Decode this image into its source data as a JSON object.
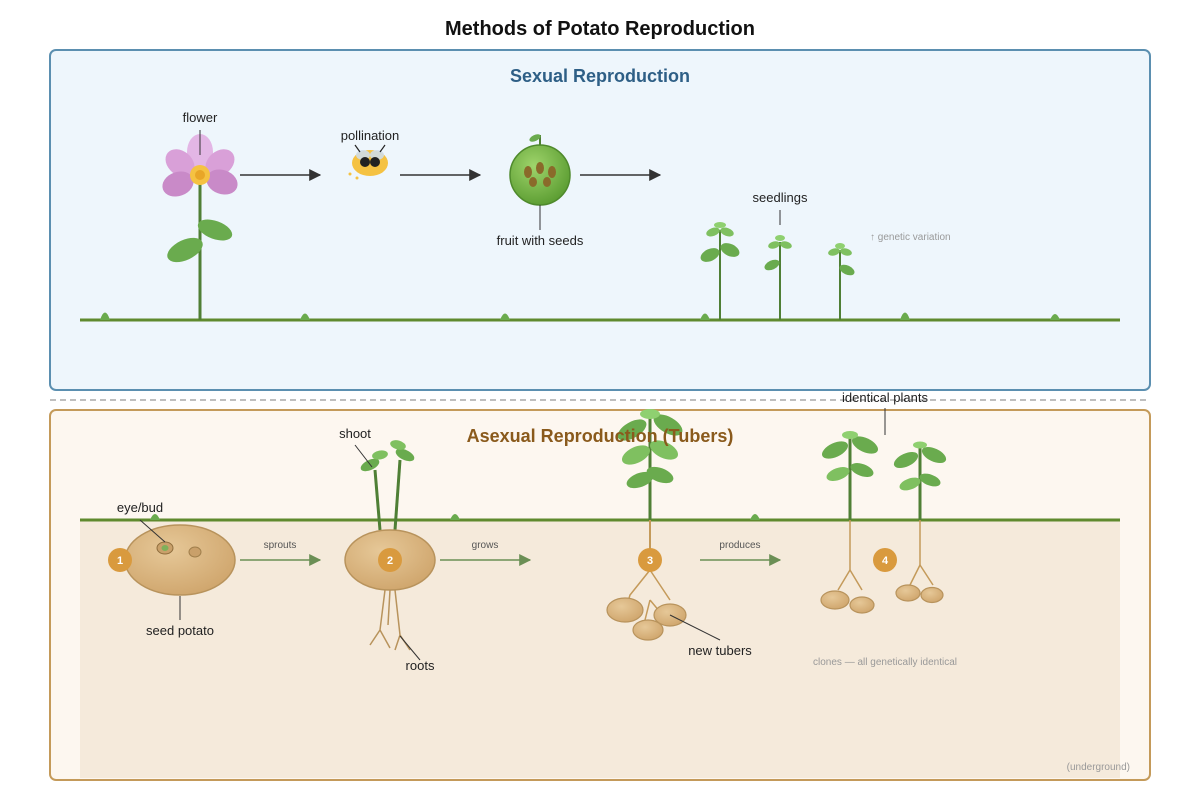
{
  "title": "Methods of Potato Reproduction",
  "colors": {
    "sexual_border": "#5b8fb0",
    "sexual_bg": "#eef6fc",
    "sexual_title": "#2e5f86",
    "asexual_border": "#c49a5a",
    "asexual_bg": "#fdf7f0",
    "asexual_title": "#8a5a1c",
    "soil": "#f5eadb",
    "ground_line": "#5f8a2e",
    "leaf": "#6aab4e",
    "stem": "#4f7f35",
    "tuber": "#d9b583",
    "tuber_edge": "#b8935c",
    "badge": "#d99a3e",
    "arrow_dark": "#333333",
    "arrow_green": "#6b8f55"
  },
  "sexual": {
    "title": "Sexual Reproduction",
    "labels": {
      "flower": "flower",
      "pollination": "pollination",
      "fruit": "fruit with seeds",
      "seedlings": "seedlings",
      "variation": "↑ genetic variation"
    },
    "icons": [
      "flower-icon",
      "bee-icon",
      "fruit-icon",
      "seedling-icon"
    ]
  },
  "asexual": {
    "title": "Asexual Reproduction (Tubers)",
    "labels": {
      "eye": "eye/bud",
      "seed_potato": "seed potato",
      "shoot": "shoot",
      "roots": "roots",
      "new_tubers": "new tubers",
      "identical": "identical plants",
      "clones": "clones — all genetically identical",
      "underground": "(underground)"
    },
    "arrows": [
      "sprouts",
      "grows",
      "produces"
    ],
    "steps": [
      "1",
      "2",
      "3",
      "4"
    ],
    "icons": [
      "seed-potato-icon",
      "sprouting-potato-icon",
      "potato-plant-icon",
      "clone-plants-icon"
    ]
  }
}
